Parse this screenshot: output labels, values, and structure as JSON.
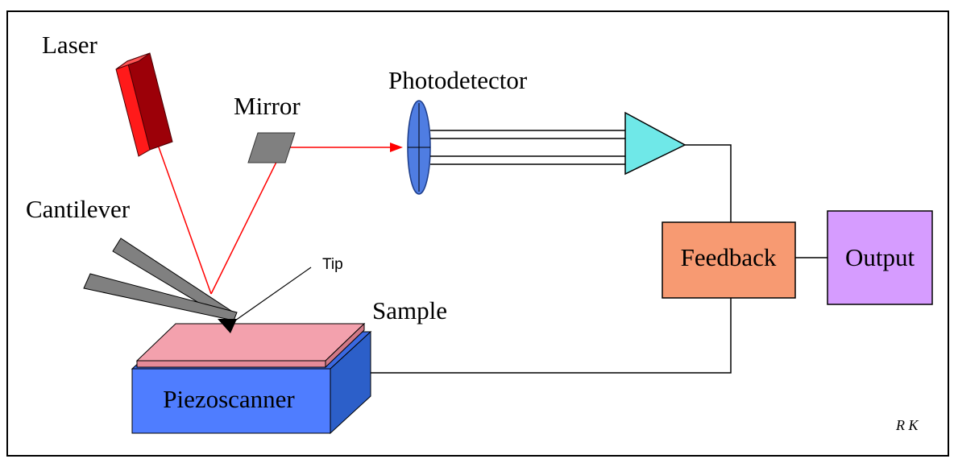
{
  "labels": {
    "laser": "Laser",
    "mirror": "Mirror",
    "photodetector": "Photodetector",
    "cantilever": "Cantilever",
    "tip": "Tip",
    "sample": "Sample",
    "piezoscanner": "Piezoscanner",
    "feedback": "Feedback",
    "output": "Output",
    "signature": "R K"
  },
  "colors": {
    "laser_body": "#e8000d",
    "laser_dark": "#8a0008",
    "beam": "#ff0000",
    "mirror": "#808080",
    "photodetector": "#4f7de2",
    "amplifier": "#6fe8e8",
    "feedback_box": "#f79a72",
    "output_box": "#d69cff",
    "sample_top": "#f3a1ad",
    "piezo_front": "#4f7dff",
    "piezo_side": "#2c5fc9",
    "cantilever": "#808080",
    "line": "#000000"
  }
}
